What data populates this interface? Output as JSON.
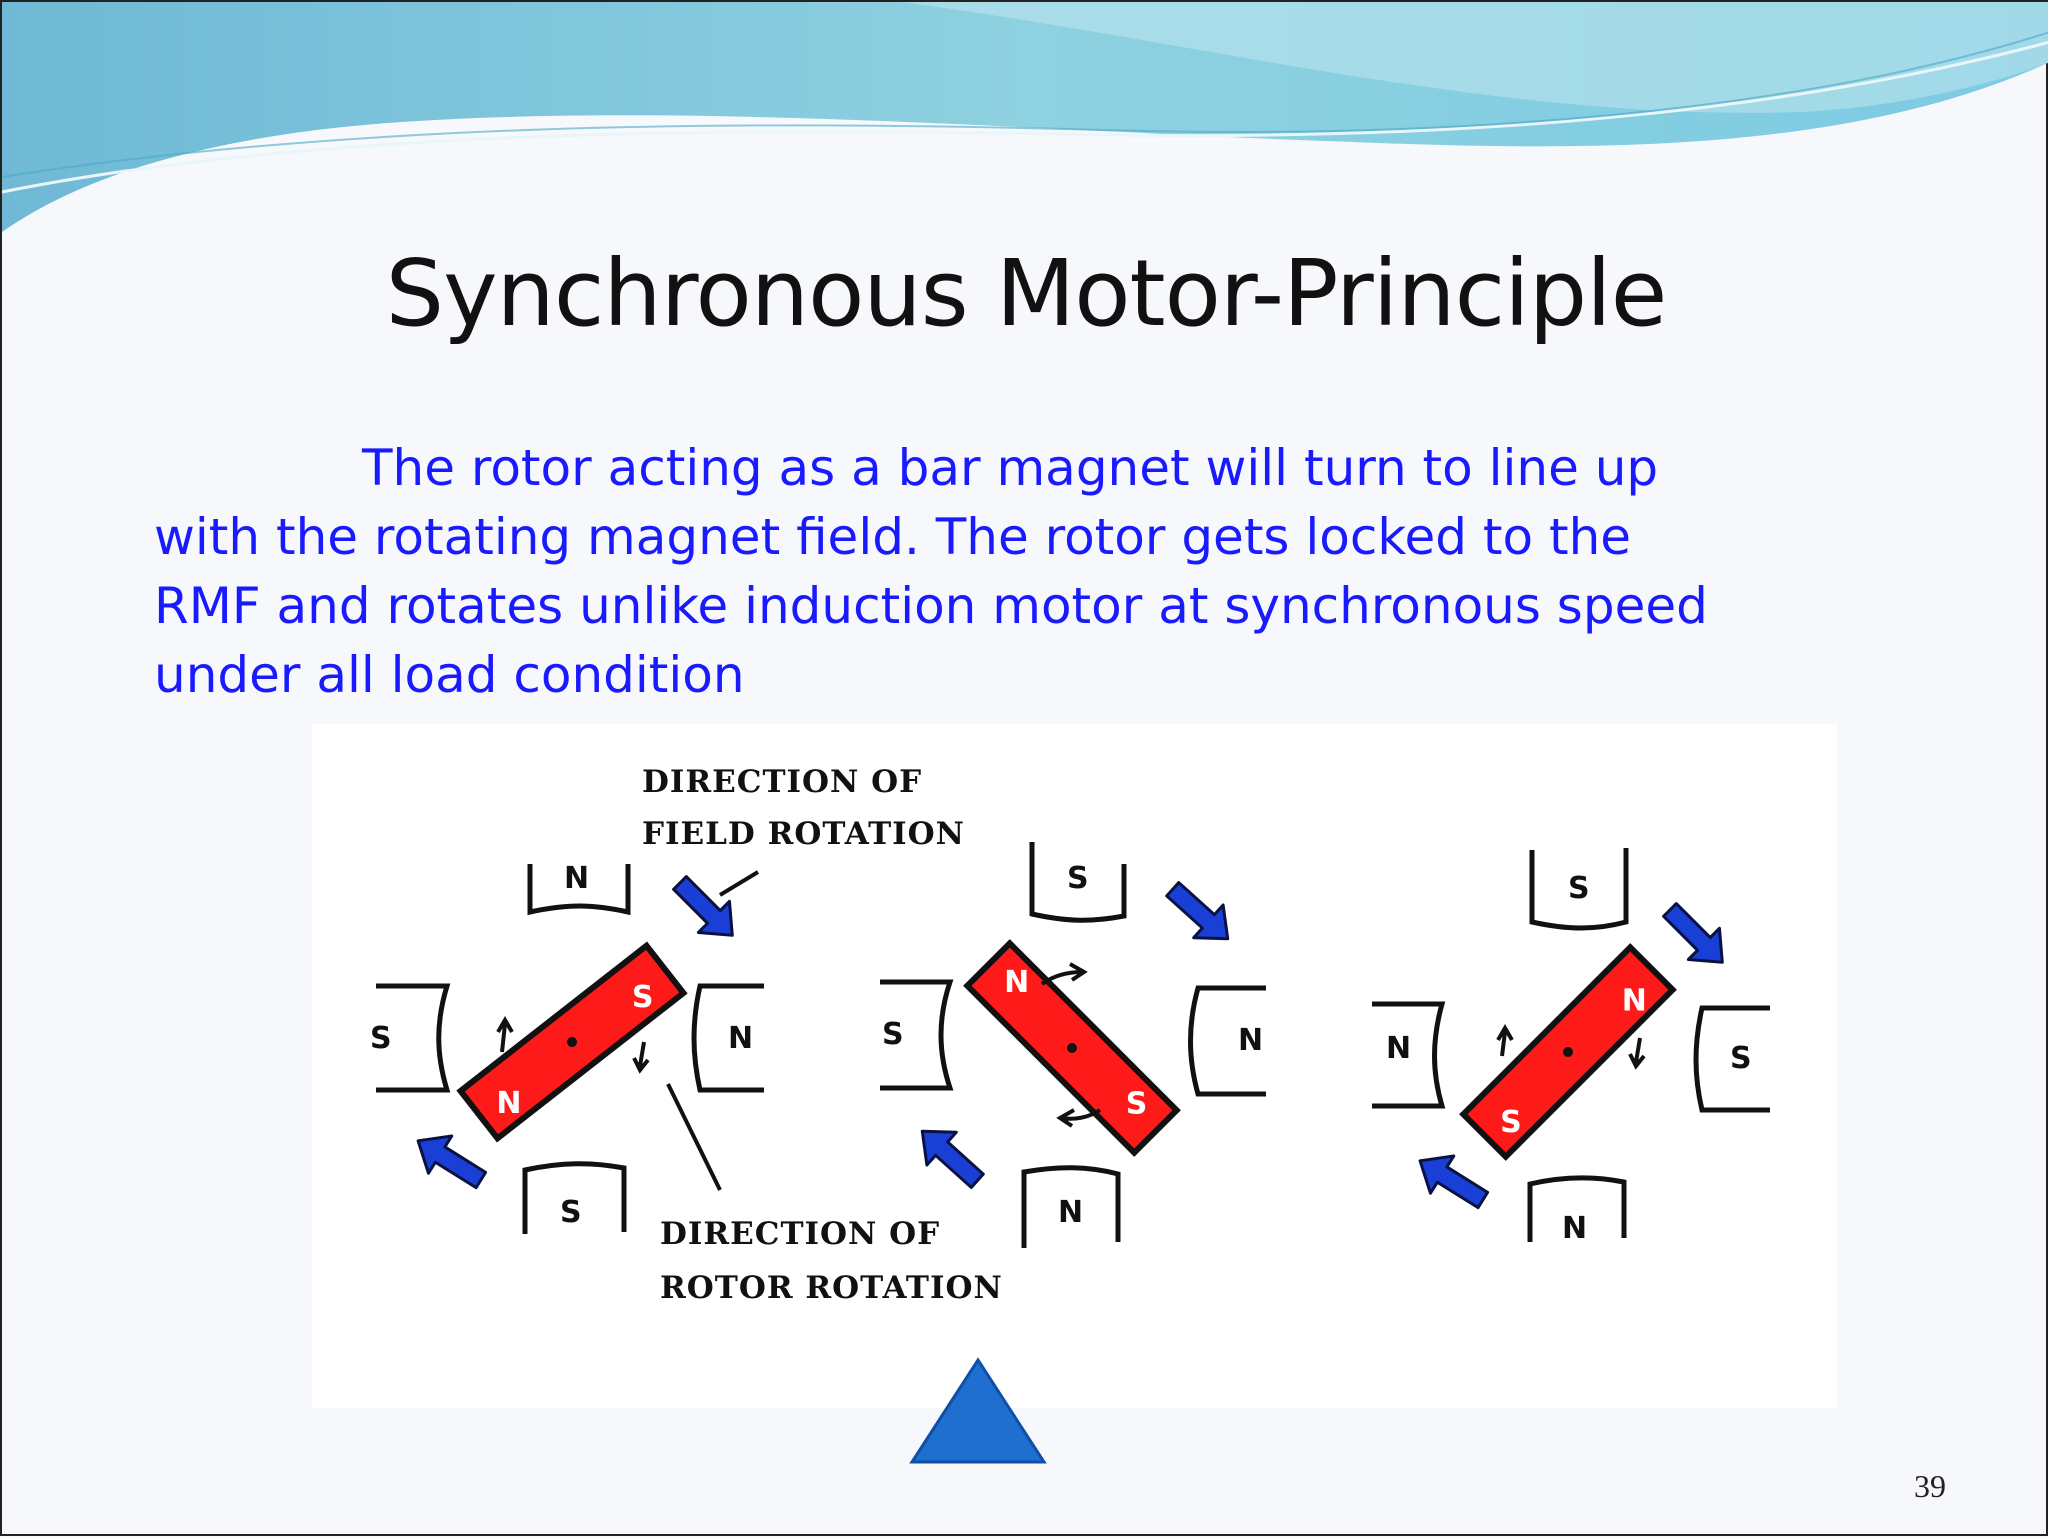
{
  "slide": {
    "title": "Synchronous Motor-Principle",
    "body_lines": [
      "The rotor acting as a bar magnet will turn to line up",
      "with the rotating magnet field. The rotor gets locked to the",
      "RMF and rotates unlike induction motor at synchronous speed",
      "under all load condition"
    ],
    "page_number": "39"
  },
  "diagram": {
    "field_caption_1": "DIRECTION OF",
    "field_caption_2": "FIELD ROTATION",
    "rotor_caption_1": "DIRECTION OF",
    "rotor_caption_2": "ROTOR ROTATION",
    "panels": [
      {
        "poles": {
          "top": "N",
          "left": "S",
          "right": "N",
          "bottom": "S"
        },
        "rotor": {
          "upper": "S",
          "lower": "N"
        }
      },
      {
        "poles": {
          "top": "S",
          "left": "S",
          "right": "N",
          "bottom": "N"
        },
        "rotor": {
          "upper": "N",
          "lower": "S"
        }
      },
      {
        "poles": {
          "top": "S",
          "left": "N",
          "right": "S",
          "bottom": "N"
        },
        "rotor": {
          "upper": "N",
          "lower": "S"
        }
      }
    ]
  },
  "colors": {
    "body_text": "#1a1aff",
    "rotor_fill": "#ff1a1a",
    "arrow_fill": "#1a3fd6",
    "nav_triangle": "#1f6fd0",
    "wave": "#7fc9dd"
  },
  "icons": {
    "nav": "triangle-up-icon"
  }
}
